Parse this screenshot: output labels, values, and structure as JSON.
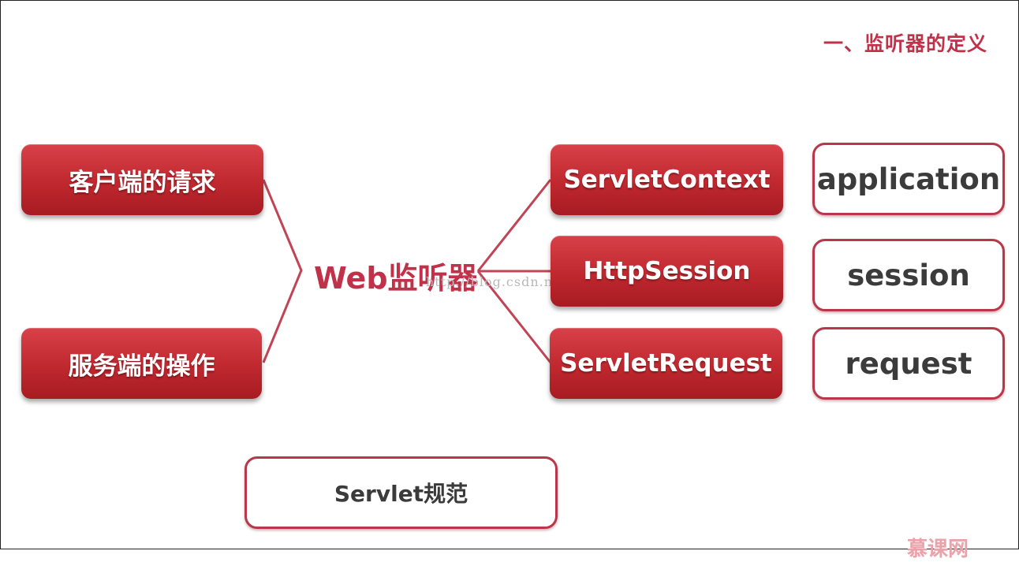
{
  "title": "一、监听器的定义",
  "center": "Web监听器",
  "sources": {
    "client": "客户端的请求",
    "server": "服务端的操作"
  },
  "objects": [
    {
      "name": "ServletContext",
      "scope": "application"
    },
    {
      "name": "HttpSession",
      "scope": "session"
    },
    {
      "name": "ServletRequest",
      "scope": "request"
    }
  ],
  "spec": "Servlet规范",
  "watermark": "http://blog.csdn.net/",
  "logo": "慕课网",
  "colors": {
    "accent": "#c2314a",
    "box_red": "#c0282f",
    "border": "#b9374a"
  }
}
